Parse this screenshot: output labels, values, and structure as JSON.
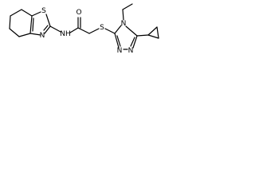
{
  "molecule": {
    "atoms": {
      "s_thiazole": "S",
      "n_thiazole": "N",
      "nh": "NH",
      "o": "O",
      "s_thioether": "S",
      "n1_triazole": "N",
      "n2_triazole": "N",
      "n4_triazole": "N"
    }
  }
}
